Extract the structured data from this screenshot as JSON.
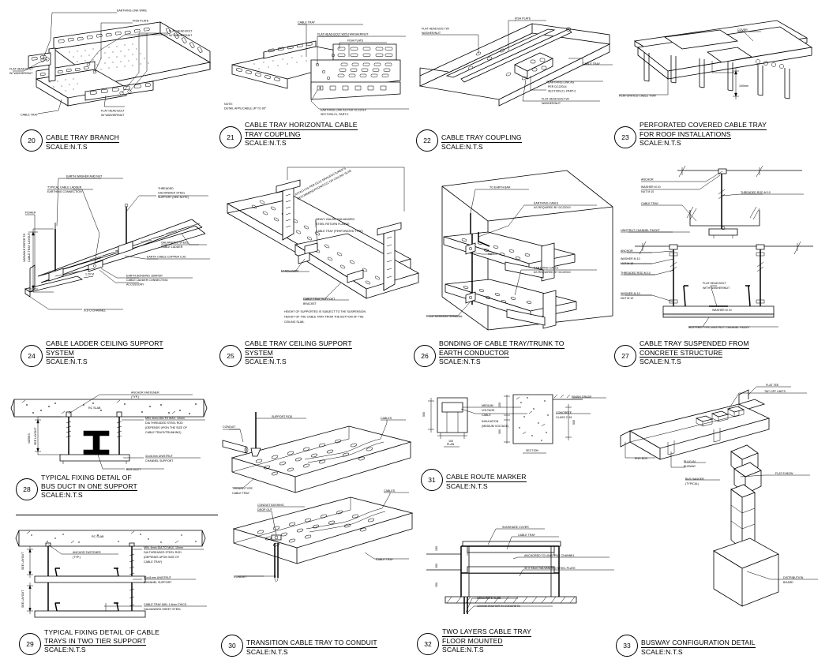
{
  "sheet": {
    "kind": "cad-detail-sheet",
    "discipline": "Electrical — Cable Tray / Busway Installation Details",
    "scale_note": "SCALE:N.T.S"
  },
  "details": [
    {
      "number": "20",
      "title_lines": [
        "CABLE TRAY BRANCH"
      ],
      "scale": "SCALE:N.T.S",
      "labels": [
        "EARTHING LINK WIRE",
        "FISH PLATE",
        "FLAT HEAD BOLT",
        "W/ WASHER/NUT",
        "FLAT HEAD BOLT",
        "W/ WASHER/NUT",
        "FLAT HEAD BOLT",
        "W/ WASHER/NUT",
        "CABLE TRAY"
      ]
    },
    {
      "number": "21",
      "title_lines": [
        "CABLE TRAY HORIZONTAL CABLE",
        "TRAY COUPLING"
      ],
      "scale": "SCALE:N.T.S",
      "labels": [
        "CABLE TRAY",
        "FLAT HEAD BOLT WITH WASHER/NUT",
        "FISH PLATE",
        "EARTHING LINK AS PER DC22014",
        "SECTION-21, PART-2",
        "NOTE:",
        "DETAIL APPLICABLE UP TO 90°"
      ]
    },
    {
      "number": "22",
      "title_lines": [
        "CABLE TRAY COUPLING"
      ],
      "scale": "SCALE:N.T.S",
      "labels": [
        "FISH PLATE",
        "FLAT HEAD BOLT W/",
        "WASHER/NUT",
        "CABLE TRAY",
        "EARTHING LINK AS",
        "PER DC22014",
        "SECTION-21, PART-2",
        "FLAT HEAD BOLT W/",
        "WASHER/NUT"
      ]
    },
    {
      "number": "23",
      "title_lines": [
        "PERFORATED COVERED CABLE TRAY",
        "FOR ROOF INSTALLATIONS"
      ],
      "scale": "SCALE:N.T.S",
      "labels": [
        "COVER",
        "PERFORATED CABLE TRAY",
        "100mm"
      ]
    },
    {
      "number": "24",
      "title_lines": [
        "CABLE LADDER CEILING SUPPORT",
        "SYSTEM"
      ],
      "scale": "SCALE:N.T.S",
      "labels": [
        "EARTH WASHER AND NUT",
        "TYPICAL CABLE LADDER",
        "EARTHING CONNECTION",
        "THREADED",
        "GALVANIZED STEEL",
        "SUPPORT (SEE NOTE)",
        "FISHER",
        "VARIABLE REFER TO",
        "CABLE TRAY LAYOUT",
        "GALVANIZED STEEL",
        "CABLE LADDER",
        "EARTH CABLE COPPER LUG",
        "EARTH BONDING JUMPER",
        "CABLE LADDER CONNECTING",
        "ACCESSORY",
        "1.20 M",
        "G.S U CHANNEL"
      ]
    },
    {
      "number": "25",
      "title_lines": [
        "CABLE TRAY CEILING SUPPORT",
        "SYSTEM"
      ],
      "scale": "SCALE:N.T.S",
      "labels": [
        "ATTACH AS PER DC22 MANUFACTURER'S",
        "RECOMMENDATION/DC22 OR CEILING SLAB",
        "HEAVY GAUGE GALVANIZED",
        "STEEL RETURN FLANGE",
        "CABLE TRAY (PERFORATED TYPE)",
        "EARTH WIRE",
        "CABLE TRAY SUPPORT",
        "BRACKET",
        "HEIGHT OF SUPPORTED IS SUBJECT TO THE SUSPENSION",
        "HEIGHT OF THE CABLE TRAY FROM THE BOTTOM OF THE",
        "CEILING SLAB."
      ]
    },
    {
      "number": "26",
      "title_lines": [
        "BONDING OF CABLE TRAY/TRUNK TO",
        "EARTH CONDUCTOR"
      ],
      "scale": "SCALE:N.T.S",
      "labels": [
        "TO EARTH BAR",
        "EARTHING CABLE",
        "AS REQUIRED BY DC22010",
        "NUT",
        "EARTHING CABLE",
        "AS REQUIRED BY DC22010",
        "COMPRESSION TERMINAL"
      ]
    },
    {
      "number": "27",
      "title_lines": [
        "CABLE TRAY SUSPENDED FROM",
        "CONCRETE STRUCTURE"
      ],
      "scale": "SCALE:N.T.S",
      "labels": [
        "ANCHOR",
        "WASHER M 10",
        "NUT M 10",
        "THREADED ROD M 10",
        "CABLE TRAY",
        "UNISTRUT CHANNEL P4000T",
        "ANCHOR",
        "WASHER M 10",
        "NUT M 10",
        "THREADED ROD M 10",
        "WASHER M 10",
        "NUT M 10",
        "FLAT HEAD BOLT",
        "WITH WASHER/NUT",
        "WASHER M 10",
        "SLOTTED TYPE UNISTRUT CHANNEL P4000T"
      ]
    },
    {
      "number": "28",
      "title_lines": [
        "TYPICAL FIXING DETAIL OF",
        "BUS DUCT IN ONE SUPPORT"
      ],
      "scale": "SCALE:N.T.S",
      "labels": [
        "ANCHOR FASTENER",
        "(TYP.)",
        "RC SLAB",
        "VARIES",
        "SEE LAYOUT",
        "MIN.  6mm DIA TO MAX. 10mm",
        "DIA THREADED STEEL ROD",
        "(DEPENDS UPON THE SIZE OF",
        "CABLE TRAYS/TRUNKING)",
        "41x41mm UNISTRUT",
        "CHANNEL SUPPORT",
        "BUS DUCT"
      ]
    },
    {
      "number": "29",
      "title_lines": [
        "TYPICAL FIXING DETAIL OF CABLE",
        "TRAYS IN TWO TIER SUPPORT"
      ],
      "scale": "SCALE:N.T.S",
      "labels": [
        "RC SLAB",
        "ANCHOR FASTENER",
        "(TYP.)",
        "SEE LAYOUT",
        "SEE LAYOUT",
        "MIN. 6mm DIA TO MAX. 10mm",
        "DIA THREADED STEEL ROD",
        "(DEPENDS UPON SIZE OF",
        "CABLE TRAY)",
        "41x41mm UNISTRUT",
        "CHANNEL SUPPORT",
        "CABLE TRAY MIN. 1.5mm THICK",
        "GALVANIZED SHEET STEEL"
      ]
    },
    {
      "number": "30",
      "title_lines": [
        "TRANSITION CABLE TRAY TO CONDUIT"
      ],
      "scale": "SCALE:N.T.S",
      "labels": [
        "SUPPORT ROD",
        "CONDUIT",
        "CABLES",
        "TROUGH TYPE",
        "CABLE TRAY",
        "CONDUIT BUSHING",
        "DROP OUT",
        "CABLES",
        "CABLE TRAY",
        "CONDUIT"
      ]
    },
    {
      "number": "31",
      "title_lines": [
        "CABLE ROUTE MARKER"
      ],
      "scale": "SCALE:N.T.S",
      "labels": [
        "MEDIUM",
        "VOLTAGE",
        "CABLE",
        "INSULATION",
        "(MEDIUM VOLTAGE)",
        "CONCRETE",
        "CLASS C 15",
        "FINISH GRADE",
        "PLAN",
        "SECTION",
        "500",
        "100",
        "200",
        "300",
        "500"
      ]
    },
    {
      "number": "32",
      "title_lines": [
        "TWO LAYERS CABLE TRAY",
        "FLOOR MOUNTED"
      ],
      "scale": "SCALE:N.T.S",
      "labels": [
        "SUNSHADE COVER",
        "CABLE TRAY",
        "ANCHORED TO UNISTRUT CHANNEL",
        "33 X 33cm GALVANIZED STEEL PLATE",
        "CONCRETE SLAB",
        "10mmØ ANCHOR IN CONCRETE",
        "150",
        "150",
        "150"
      ]
    },
    {
      "number": "33",
      "title_lines": [
        "BUSWAY CONFIGURATION DETAIL"
      ],
      "scale": "SCALE:N.T.S",
      "labels": [
        "TAP-OFF UNITS",
        "FLAT TEE",
        "END BOX",
        "PLUG-IN",
        "BUSWAY",
        "BUS HANGER",
        "(TYPICAL)",
        "FLAT ELBOW",
        "DISTRIBUTION",
        "BOARD"
      ]
    }
  ]
}
